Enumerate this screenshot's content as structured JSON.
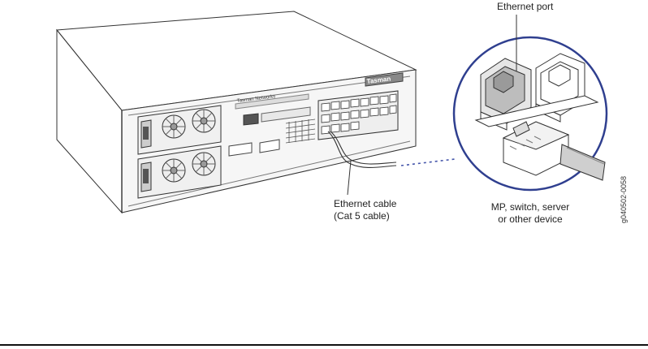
{
  "labels": {
    "ethernet_port": "Ethernet port",
    "cable_line1": "Ethernet cable",
    "cable_line2": "(Cat 5 cable)",
    "device_line1": "MP, switch, server",
    "device_line2": "or other device",
    "figure_id": "g040502-0058",
    "brand_logo": "Tasman",
    "panel_text": "Tasman Networks"
  },
  "colors": {
    "line": "#333333",
    "circle": "#2f3f8f",
    "dots": "#4455aa",
    "panel_fill": "#f4f4f4",
    "rule": "#111111"
  },
  "icons": [
    "router-device",
    "ethernet-port-icon",
    "rj45-plug-icon",
    "power-supply-icon",
    "fan-icon"
  ]
}
